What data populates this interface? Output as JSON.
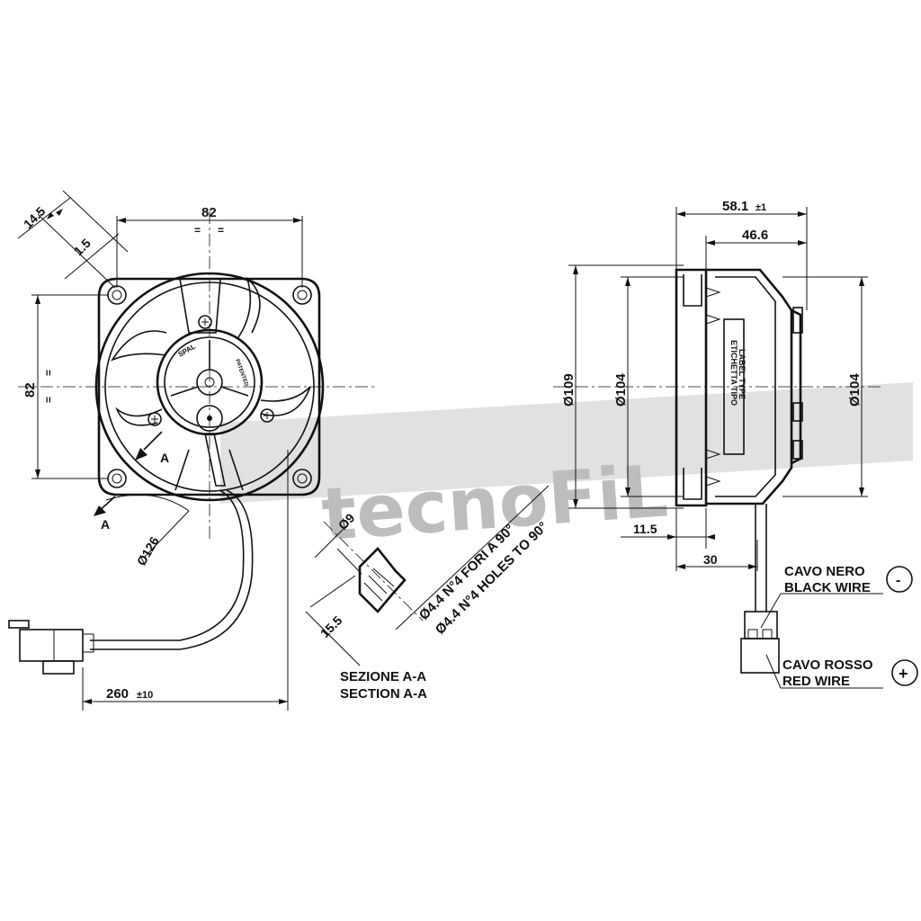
{
  "front_view": {
    "dim_top_width": "82",
    "dim_left_height": "82",
    "dim_flange_width": "14.5",
    "dim_flange_thickness": "1.5",
    "dim_outer_diameter": "Ø126",
    "section_mark": "A",
    "cable_length": "260",
    "cable_length_tol": "±10",
    "equal_mark": "="
  },
  "section_view": {
    "dim_hole_diameter": "Ø9",
    "dim_depth": "15.5",
    "holes_it": "Ø4.4 N°4 FORI A 90°",
    "holes_en": "Ø4.4 N°4 HOLES TO 90°",
    "title_it": "SEZIONE A-A",
    "title_en": "SECTION A-A"
  },
  "side_view": {
    "dim_total_depth": "58.1",
    "dim_total_depth_tol": "±1",
    "dim_body_depth": "46.6",
    "dim_d109": "Ø109",
    "dim_d104_left": "Ø104",
    "dim_d104_right": "Ø104",
    "dim_11_5": "11.5",
    "dim_30": "30",
    "label_it": "ETICHETTA TIPO",
    "label_en": "LABEL TYPE",
    "wire_black_it": "CAVO NERO",
    "wire_black_en": "BLACK WIRE",
    "wire_red_it": "CAVO ROSSO",
    "wire_red_en": "RED WIRE",
    "polarity_neg": "-",
    "polarity_pos": "+"
  },
  "logo": {
    "brand_it": "SPAL",
    "patented": "PATENTED",
    "watermark": "tecnoFiL"
  }
}
